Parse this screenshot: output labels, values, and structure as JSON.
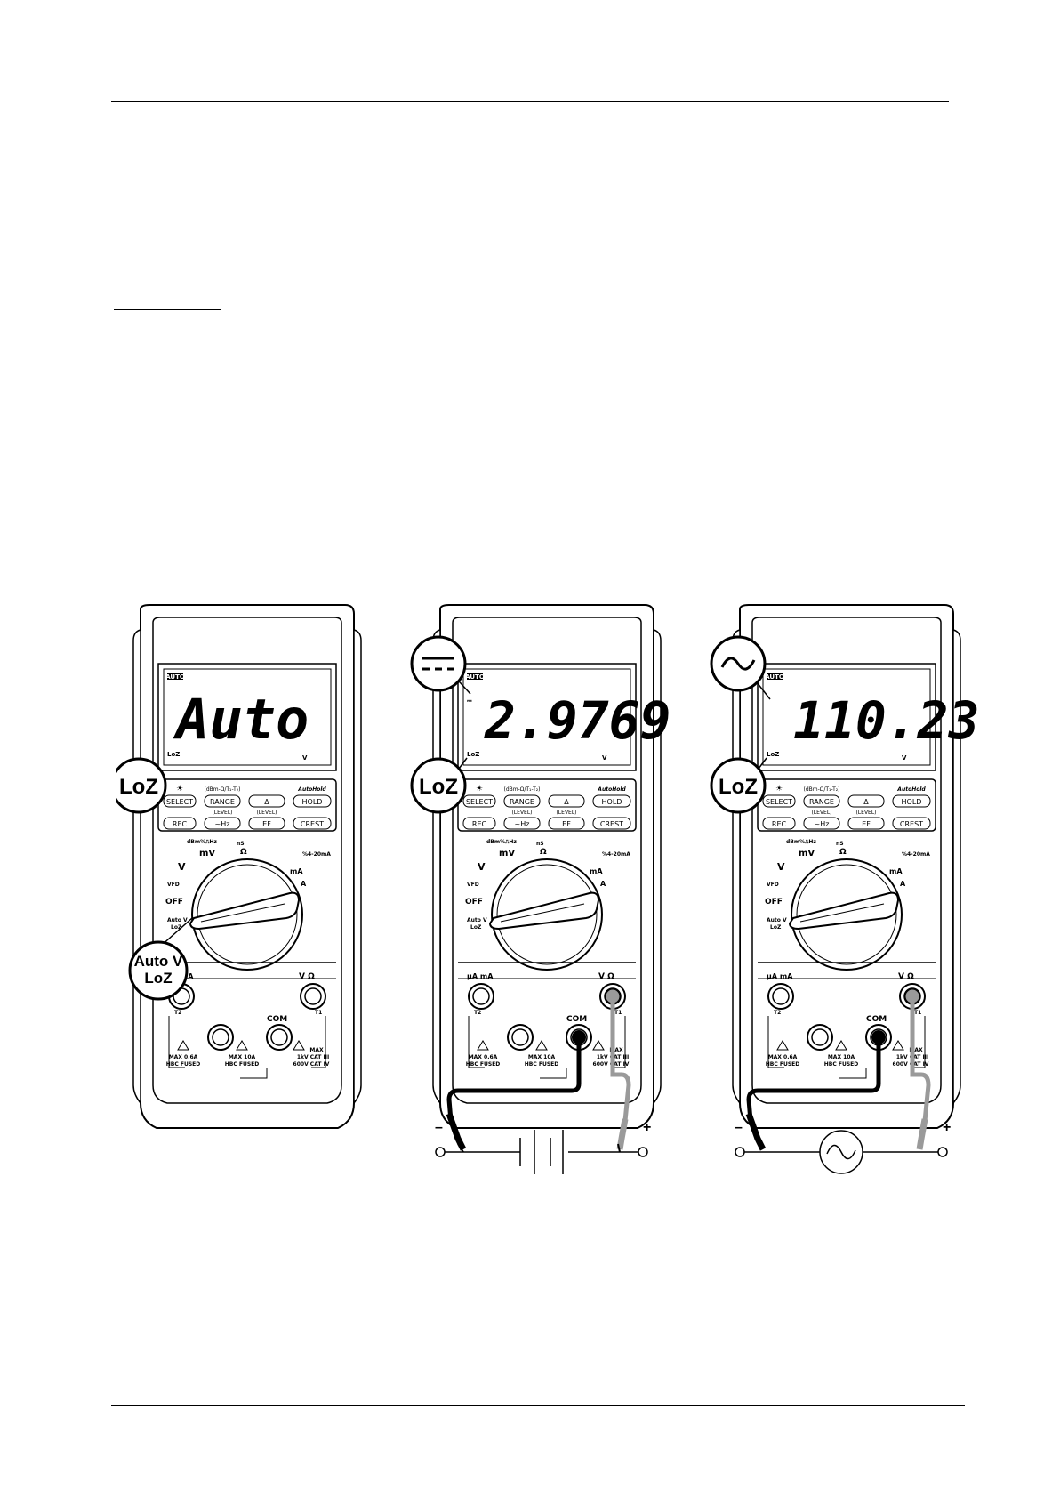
{
  "meter_common": {
    "display_badge": "AUTO",
    "display_unit": "V",
    "display_loz_indicator": "LoZ",
    "btn_row1": [
      "SELECT",
      "RANGE",
      "Δ",
      "HOLD"
    ],
    "btn_row1_captions": [
      "☀",
      "(dBm-Ω/T₁-T₂)",
      "",
      "AutoHold"
    ],
    "btn_row2": [
      "REC",
      "~Hz",
      "EF",
      "CREST"
    ],
    "btn_row2_captions": [
      "",
      "(LEVEL)",
      "(LEVEL)",
      ""
    ],
    "dial_mv": "mV",
    "dial_v": "V",
    "dial_vfd": "VFD",
    "dial_off": "OFF",
    "dial_auto_v": "Auto V",
    "dial_loz": "LoZ",
    "dial_ohm": "Ω",
    "dial_ns": "nS",
    "dial_dbm": "dBm%⎍Hz",
    "dial_420": "%4-20mA",
    "jack_ua_ma": "μA mA",
    "jack_v_ohm": "V Ω",
    "jack_com": "COM",
    "jack_ma_label": "mA",
    "jack_a_label": "A",
    "t1": "T1",
    "t2": "T2",
    "rating_left_1": "MAX 0.6A",
    "rating_left_2": "HBC FUSED",
    "rating_mid_1": "MAX 10A",
    "rating_mid_2": "HBC FUSED",
    "rating_right_1": "MAX",
    "rating_right_2": "1kV CAT III",
    "rating_right_3": "600V CAT IV"
  },
  "meters": [
    {
      "reading": "Auto",
      "dc_symbol": "",
      "callout_top": "",
      "callout_loz": "LoZ",
      "callout_dial_1": "Auto V",
      "callout_dial_2": "LoZ",
      "source": "none"
    },
    {
      "reading": "2.9769",
      "dc_symbol": "⎓",
      "callout_top": "dc",
      "callout_loz": "LoZ",
      "callout_dial_1": "",
      "callout_dial_2": "",
      "source": "battery"
    },
    {
      "reading": "110.23",
      "dc_symbol": "",
      "callout_top": "ac",
      "callout_loz": "LoZ",
      "callout_dial_1": "",
      "callout_dial_2": "",
      "source": "ac"
    }
  ],
  "probe_labels": {
    "negative": "–",
    "positive": "+"
  }
}
